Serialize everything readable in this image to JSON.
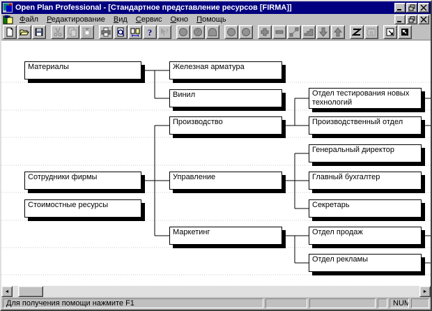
{
  "window": {
    "title": "Open Plan Professional - [Стандартное представление ресурсов [FIRMA]]"
  },
  "menu": {
    "items": [
      {
        "hot": "Ф",
        "rest": "айл"
      },
      {
        "hot": "Р",
        "rest": "едактирование"
      },
      {
        "hot": "В",
        "rest": "ид"
      },
      {
        "hot": "С",
        "rest": "ервис"
      },
      {
        "hot": "О",
        "rest": "кно"
      },
      {
        "hot": "П",
        "rest": "омощь"
      }
    ]
  },
  "toolbar": {
    "icons": [
      "new-file",
      "open-folder",
      "save",
      "cut",
      "copy",
      "paste",
      "print",
      "print-preview",
      "transfer",
      "help",
      "context-help",
      "circle",
      "circle-question",
      "dome",
      "circle",
      "circle",
      "add",
      "remove",
      "link",
      "step",
      "move-down",
      "move-up",
      "zigzag",
      "notes",
      "window-pane",
      "window-arrange"
    ]
  },
  "tree": {
    "boxes": [
      {
        "label": "Материалы"
      },
      {
        "label": "Железная арматура"
      },
      {
        "label": "Винил"
      },
      {
        "label": "Производство"
      },
      {
        "label": "Отдел тестирования новых технологий"
      },
      {
        "label": "Производственный отдел"
      },
      {
        "label": "Генеральный директор"
      },
      {
        "label": "Сотрудники фирмы"
      },
      {
        "label": "Управление"
      },
      {
        "label": "Главный бухгалтер"
      },
      {
        "label": "Стоимостные ресурсы"
      },
      {
        "label": "Секретарь"
      },
      {
        "label": "Маркетинг"
      },
      {
        "label": "Отдел продаж"
      },
      {
        "label": "Отдел рекламы"
      }
    ],
    "hierarchy": {
      "Материалы": [
        "Железная арматура",
        "Винил"
      ],
      "Сотрудники фирмы": [
        "Производство",
        "Управление",
        "Маркетинг"
      ],
      "Производство": [
        "Отдел тестирования новых технологий",
        "Производственный отдел"
      ],
      "Управление": [
        "Генеральный директор",
        "Главный бухгалтер",
        "Секретарь"
      ],
      "Маркетинг": [
        "Отдел продаж",
        "Отдел рекламы"
      ],
      "Стоимостные ресурсы": []
    }
  },
  "scrollbar": {
    "left_arrow": "◄",
    "right_arrow": "►"
  },
  "status": {
    "message": "Для получения помощи нажмите F1",
    "num": "NUM"
  },
  "colors": {
    "titlebar": "#000080",
    "chrome": "#c0c0c0",
    "canvas": "#ffffff",
    "box_border": "#000000"
  }
}
